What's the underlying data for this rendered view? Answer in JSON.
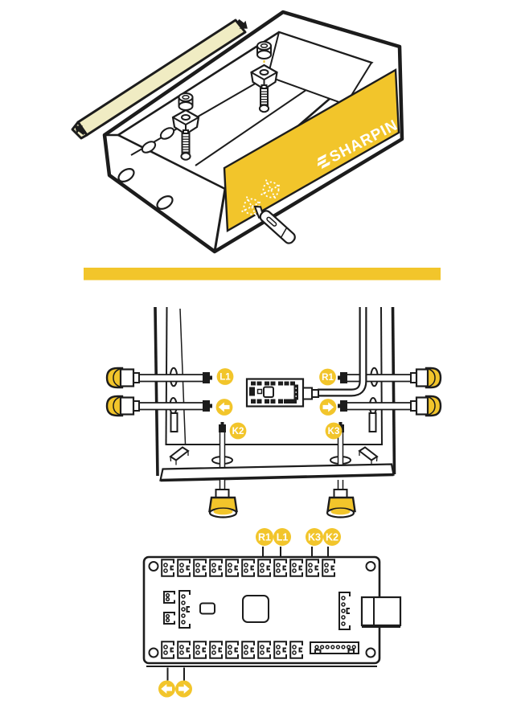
{
  "brand": {
    "logo_text": "SHARPIN"
  },
  "colors": {
    "accent_yellow": "#F2C52B",
    "lid_panel_cream": "#F0ECC3",
    "outline_black": "#1C1C1C"
  },
  "icons": [
    "slide-direction-arrow",
    "utility-knife",
    "bolt-assembly",
    "left-arrow",
    "right-arrow"
  ],
  "inside_view": {
    "callouts": {
      "l1": "L1",
      "r1": "R1",
      "k2": "K2",
      "k3": "K3"
    },
    "arrow_icons": [
      "left-arrow",
      "right-arrow"
    ]
  },
  "pcb_view": {
    "callouts": [
      {
        "label": "R1"
      },
      {
        "label": "L1"
      },
      {
        "label": "K3"
      },
      {
        "label": "K2"
      }
    ],
    "arrow_icons": [
      "left-arrow",
      "right-arrow"
    ]
  }
}
